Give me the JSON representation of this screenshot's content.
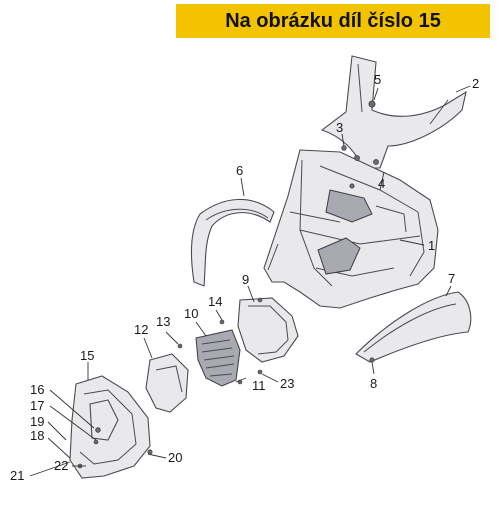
{
  "banner": {
    "text": "Na obrázku díl číslo 15"
  },
  "callouts": [
    {
      "number": "1"
    },
    {
      "number": "2"
    },
    {
      "number": "3"
    },
    {
      "number": "4"
    },
    {
      "number": "5"
    },
    {
      "number": "6"
    },
    {
      "number": "7"
    },
    {
      "number": "8"
    },
    {
      "number": "9"
    },
    {
      "number": "10"
    },
    {
      "number": "11"
    },
    {
      "number": "12"
    },
    {
      "number": "13"
    },
    {
      "number": "14"
    },
    {
      "number": "15"
    },
    {
      "number": "16"
    },
    {
      "number": "17"
    },
    {
      "number": "18"
    },
    {
      "number": "19"
    },
    {
      "number": "20"
    },
    {
      "number": "21"
    },
    {
      "number": "22"
    },
    {
      "number": "23"
    }
  ],
  "colors": {
    "banner": "#f3c300",
    "line": "#4a4a52",
    "part_fill": "#e9e9ec"
  }
}
